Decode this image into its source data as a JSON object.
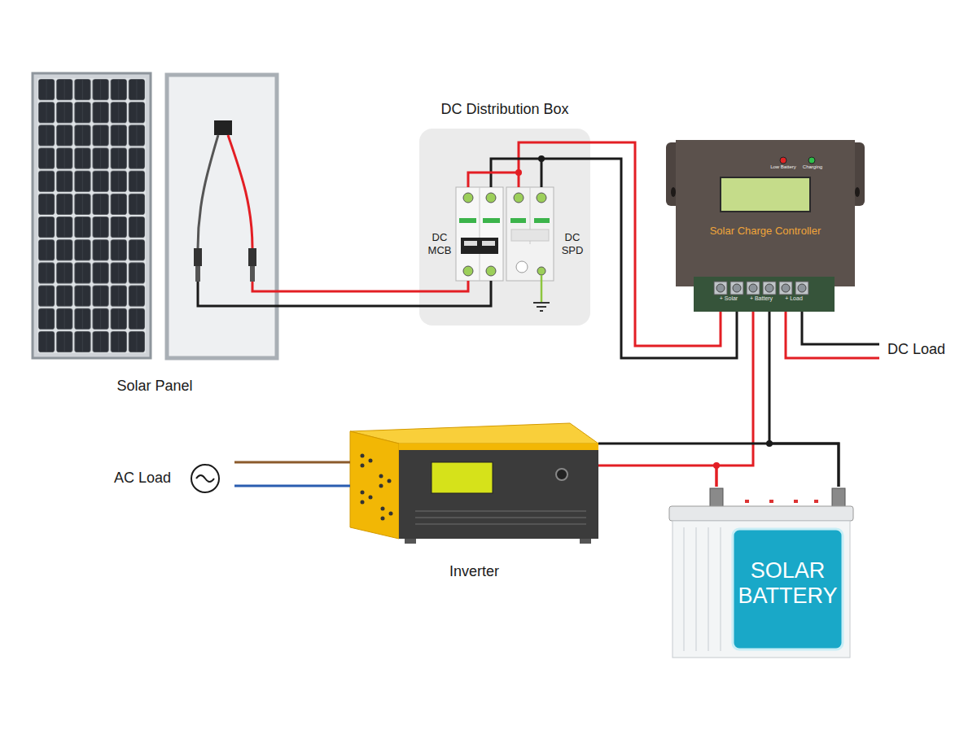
{
  "diagram": {
    "nodes": [
      {
        "text": [
          "Solar Panel"
        ]
      },
      {
        "text": [
          "DC Distribution Box"
        ]
      },
      {
        "text": [
          "DC MCB"
        ],
        "in": 1
      },
      {
        "text": [
          "DC SPD"
        ],
        "in": 1
      },
      {
        "text": [
          "Low Battery",
          "Charging",
          "Solar Charge Controller",
          "+ Solar",
          "+ Battery",
          "+ Load"
        ]
      },
      {
        "text": [
          "Inverter"
        ]
      },
      {
        "text": [
          "SOLAR BATTERY"
        ]
      }
    ],
    "edges": [
      {
        "from": 0,
        "to": 2,
        "arrow": "none"
      },
      {
        "from": 2,
        "to": 3,
        "arrow": "none"
      },
      {
        "from": 1,
        "to": 4,
        "arrow": "none"
      },
      {
        "from": 4,
        "to": 6,
        "arrow": "none"
      },
      {
        "from": 5,
        "to": 6,
        "arrow": "none"
      }
    ],
    "labels": [
      "AC Load",
      "DC Load"
    ]
  }
}
